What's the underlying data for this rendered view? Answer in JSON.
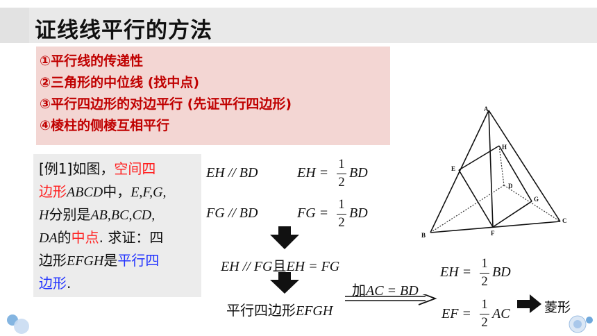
{
  "title": "证线线平行的方法",
  "methods": [
    "①平行线的传递性",
    "②三角形的中位线 (找中点)",
    "③平行四边形的对边平行 (先证平行四边形)",
    "④棱柱的侧棱互相平行"
  ],
  "example": {
    "l1_a": "[例1]如图，",
    "l1_b": "空间四",
    "l2_a": "边形",
    "l2_b": "ABCD",
    "l2_c": "中，",
    "l2_d": "E,F,G,",
    "l3_a": "H",
    "l3_b": "分别是",
    "l3_c": "AB,BC,CD,",
    "l4_a": "DA",
    "l4_b": "的",
    "l4_c": "中点",
    "l4_d": ". 求证：四",
    "l5_a": "边形",
    "l5_b": "EFGH",
    "l5_c": "是",
    "l5_d": "平行四",
    "l6_a": "边形",
    "l6_b": "."
  },
  "proof": {
    "eh_par": "EH // BD",
    "eh_eq": "EH =",
    "fg_par": "FG // BD",
    "fg_eq": "FG =",
    "half_num": "1",
    "half_den": "2",
    "bd": "BD",
    "ac": "AC",
    "step2_a": "EH // FG",
    "step2_b": "且",
    "step2_c": "EH = FG",
    "step3_a": "平行四边形",
    "step3_b": "EFGH",
    "cond_a": "加",
    "cond_b": "AC = BD",
    "eh_eq2": "EH =",
    "ef_eq": "EF =",
    "result": "菱形"
  },
  "figure_labels": [
    "A",
    "B",
    "C",
    "D",
    "E",
    "F",
    "G",
    "H"
  ],
  "colors": {
    "title_bg": "#e9e9e9",
    "methods_bg": "#f3d6d3",
    "method_text": "#c00000",
    "example_bg": "#ececec",
    "red": "#ff2020",
    "blue": "#2233ff"
  }
}
